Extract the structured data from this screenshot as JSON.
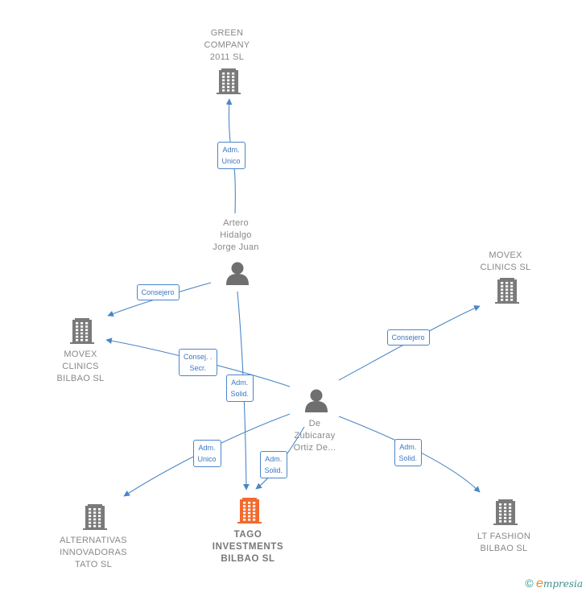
{
  "nodes": [
    {
      "id": "green",
      "type": "company",
      "label": "GREEN\nCOMPANY\n2011 SL"
    },
    {
      "id": "artero",
      "type": "person",
      "label": "Artero\nHidalgo\nJorge Juan"
    },
    {
      "id": "movex",
      "type": "company",
      "label": "MOVEX\nCLINICS  SL"
    },
    {
      "id": "movexbilbao",
      "type": "company",
      "label": "MOVEX\nCLINICS\nBILBAO  SL"
    },
    {
      "id": "zubicaray",
      "type": "person",
      "label": "De\nZubicaray\nOrtiz De..."
    },
    {
      "id": "alternativas",
      "type": "company",
      "label": "ALTERNATIVAS\nINNOVADORAS\nTATO  SL"
    },
    {
      "id": "tago",
      "type": "company",
      "label": "TAGO\nINVESTMENTS\nBILBAO  SL",
      "highlight": true
    },
    {
      "id": "ltfashion",
      "type": "company",
      "label": "LT FASHION\nBILBAO SL"
    }
  ],
  "edges": [
    {
      "from": "artero",
      "to": "green",
      "label": "Adm.\nUnico"
    },
    {
      "from": "artero",
      "to": "movexbilbao",
      "label": "Consejero"
    },
    {
      "from": "artero",
      "to": "tago",
      "label": "Adm.\nSolid."
    },
    {
      "from": "zubicaray",
      "to": "movexbilbao",
      "label": "Consej. .\nSecr."
    },
    {
      "from": "zubicaray",
      "to": "movex",
      "label": "Consejero"
    },
    {
      "from": "zubicaray",
      "to": "alternativas",
      "label": "Adm.\nUnico"
    },
    {
      "from": "zubicaray",
      "to": "tago",
      "label": "Adm.\nSolid."
    },
    {
      "from": "zubicaray",
      "to": "ltfashion",
      "label": "Adm.\nSolid."
    }
  ],
  "colors": {
    "edge": "#4a86c8",
    "company": "#7a7a7a",
    "highlight": "#f26a2e",
    "person": "#6f6f6f"
  },
  "footer": {
    "copyright": "©",
    "brand_initial": "e",
    "brand_rest": "mpresia"
  }
}
